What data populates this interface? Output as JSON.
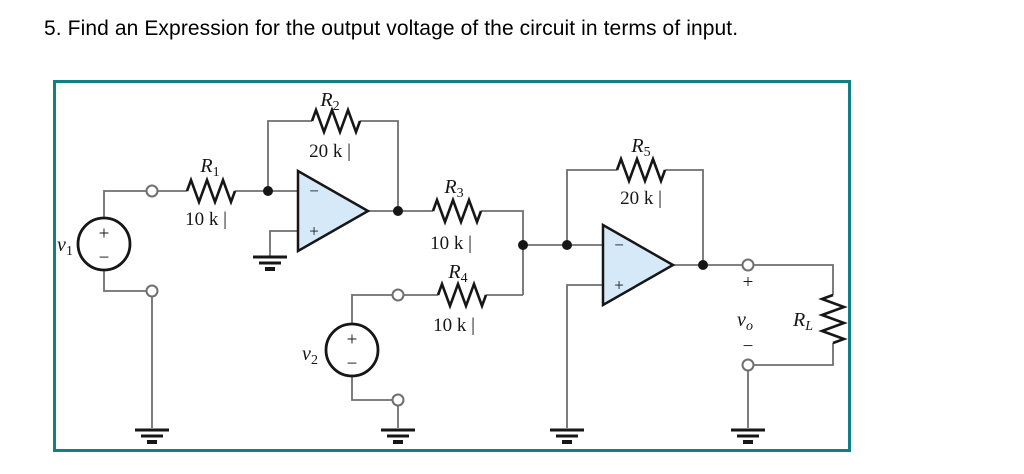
{
  "title": "5. Find an Expression for the output voltage of the circuit in terms of input.",
  "colors": {
    "frame_border": "#118086",
    "opamp_fill": "#d6e9f8",
    "wire": "#6f6f6f",
    "ink": "#161616"
  },
  "labels": {
    "v1": {
      "base": "v",
      "sub": "1",
      "plus": "+",
      "minus": "−"
    },
    "v2": {
      "base": "v",
      "sub": "2",
      "plus": "+",
      "minus": "−"
    },
    "vo": {
      "base": "v",
      "sub": "o"
    },
    "r1": {
      "base": "R",
      "sub": "1",
      "value": "10 k |"
    },
    "r2": {
      "base": "R",
      "sub": "2",
      "value": "20 k |"
    },
    "r3": {
      "base": "R",
      "sub": "3",
      "value": "10 k |"
    },
    "r4": {
      "base": "R",
      "sub": "4",
      "value": "10 k |"
    },
    "r5": {
      "base": "R",
      "sub": "5",
      "value": "20 k |"
    },
    "rl": {
      "base": "R",
      "sub": "L"
    },
    "opamp1": {
      "minus": "−",
      "plus": "+"
    },
    "opamp2": {
      "minus": "−",
      "plus": "+"
    },
    "output_port": {
      "plus": "+",
      "minus": "−"
    }
  }
}
